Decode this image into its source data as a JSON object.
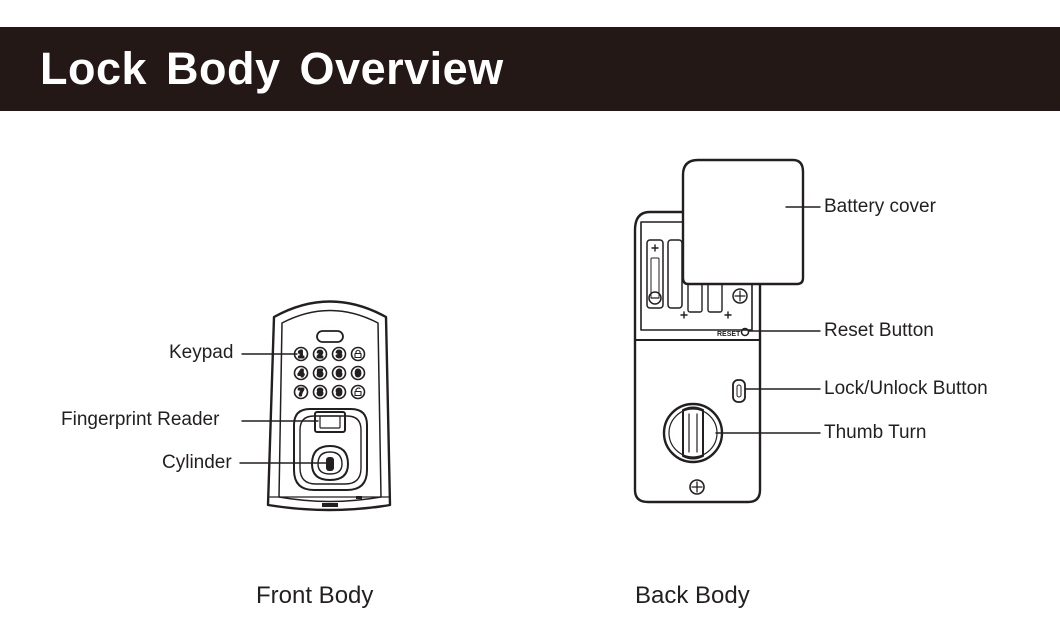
{
  "header": {
    "title": "Lock Body Overview"
  },
  "front": {
    "caption": "Front Body",
    "keypad_keys": [
      "1",
      "2",
      "3",
      "lock",
      "4",
      "5",
      "6",
      "0",
      "7",
      "8",
      "9",
      "unlock"
    ],
    "callouts": {
      "keypad": "Keypad",
      "fingerprint": "Fingerprint Reader",
      "cylinder": "Cylinder"
    }
  },
  "back": {
    "caption": "Back Body",
    "reset_mark": "RESET",
    "callouts": {
      "battery_cover": "Battery cover",
      "reset_button": "Reset  Button",
      "lock_unlock": "Lock/Unlock Button",
      "thumb_turn": "Thumb  Turn"
    }
  },
  "colors": {
    "header_bg": "#231815",
    "header_text": "#ffffff",
    "line": "#231f20"
  }
}
